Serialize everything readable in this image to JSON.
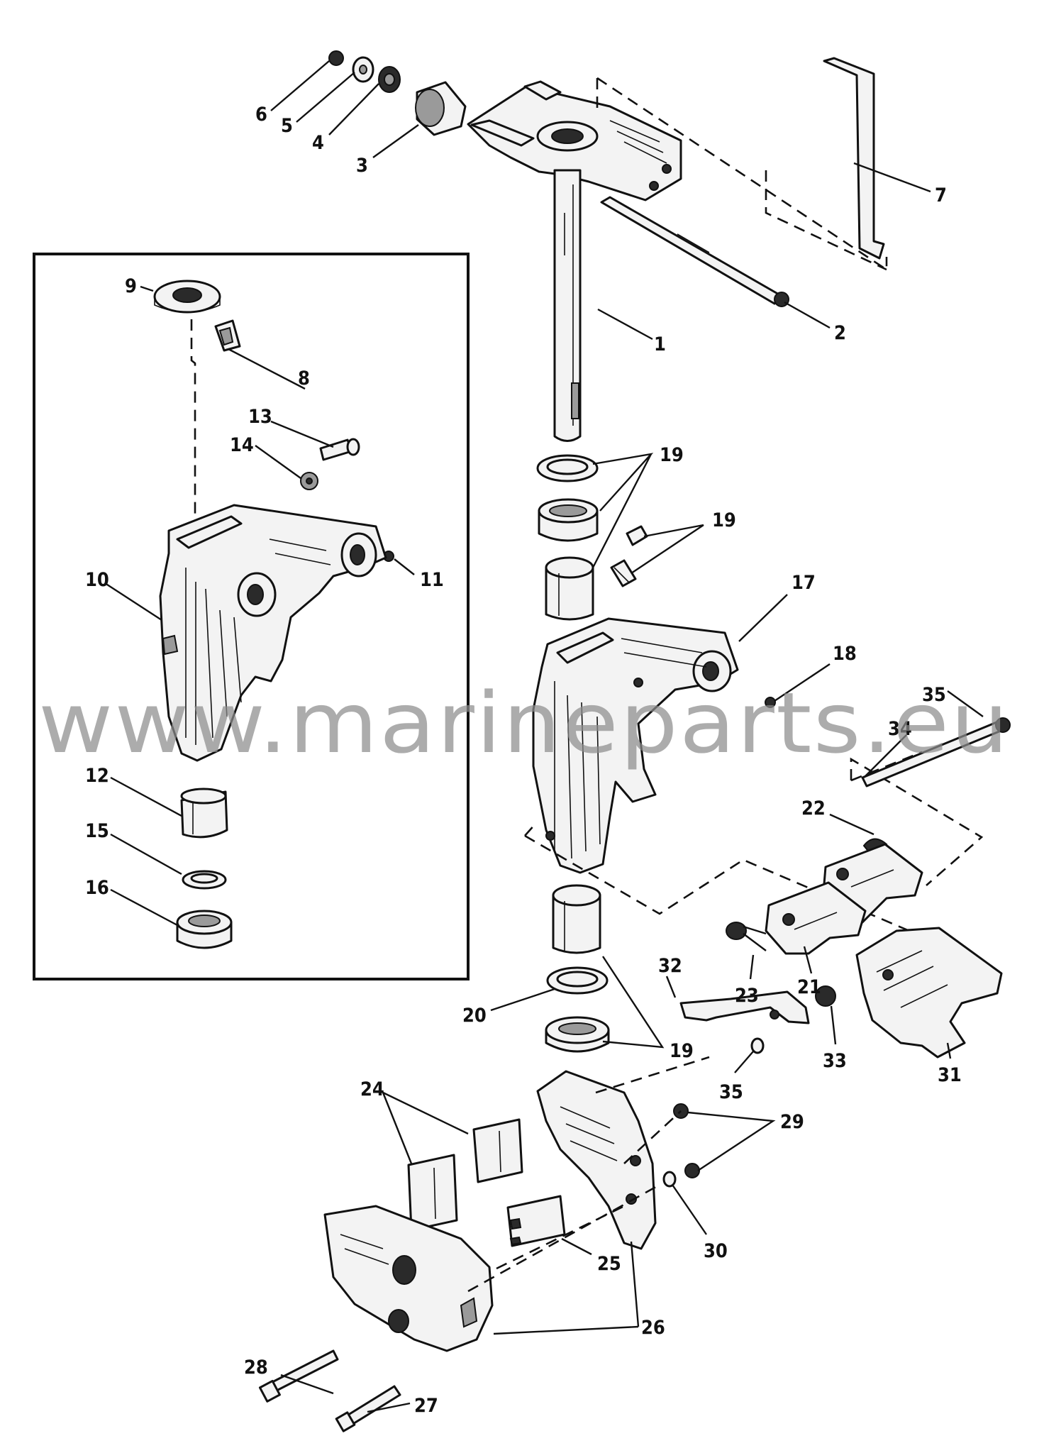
{
  "diagram": {
    "watermark": "www.marineparts.eu",
    "callouts": [
      {
        "id": "c1",
        "text": "1"
      },
      {
        "id": "c2",
        "text": "2"
      },
      {
        "id": "c3",
        "text": "3"
      },
      {
        "id": "c4",
        "text": "4"
      },
      {
        "id": "c5",
        "text": "5"
      },
      {
        "id": "c6",
        "text": "6"
      },
      {
        "id": "c7",
        "text": "7"
      },
      {
        "id": "c8",
        "text": "8"
      },
      {
        "id": "c9",
        "text": "9"
      },
      {
        "id": "c10",
        "text": "10"
      },
      {
        "id": "c11",
        "text": "11"
      },
      {
        "id": "c12",
        "text": "12"
      },
      {
        "id": "c13",
        "text": "13"
      },
      {
        "id": "c14",
        "text": "14"
      },
      {
        "id": "c15",
        "text": "15"
      },
      {
        "id": "c16",
        "text": "16"
      },
      {
        "id": "c17",
        "text": "17"
      },
      {
        "id": "c18",
        "text": "18"
      },
      {
        "id": "c19a",
        "text": "19"
      },
      {
        "id": "c19b",
        "text": "19"
      },
      {
        "id": "c19c",
        "text": "19"
      },
      {
        "id": "c20",
        "text": "20"
      },
      {
        "id": "c21",
        "text": "21"
      },
      {
        "id": "c22",
        "text": "22"
      },
      {
        "id": "c23",
        "text": "23"
      },
      {
        "id": "c24",
        "text": "24"
      },
      {
        "id": "c25",
        "text": "25"
      },
      {
        "id": "c26",
        "text": "26"
      },
      {
        "id": "c27",
        "text": "27"
      },
      {
        "id": "c28",
        "text": "28"
      },
      {
        "id": "c29",
        "text": "29"
      },
      {
        "id": "c30",
        "text": "30"
      },
      {
        "id": "c31",
        "text": "31"
      },
      {
        "id": "c32",
        "text": "32"
      },
      {
        "id": "c33",
        "text": "33"
      },
      {
        "id": "c34",
        "text": "34"
      },
      {
        "id": "c35a",
        "text": "35"
      },
      {
        "id": "c35b",
        "text": "35"
      }
    ]
  }
}
